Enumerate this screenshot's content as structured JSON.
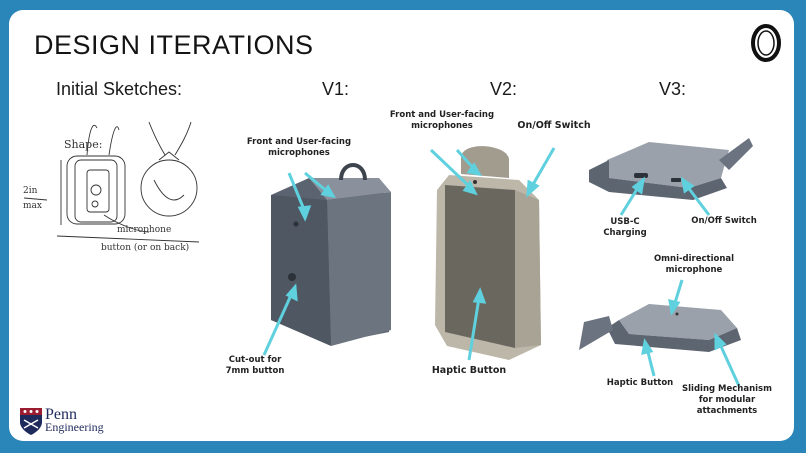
{
  "slide": {
    "title": "DESIGN ITERATIONS",
    "headings": {
      "sketches": "Initial Sketches:",
      "v1": "V1:",
      "v2": "V2:",
      "v3": "V3:"
    },
    "sketch_notes": {
      "shape": "Shape:",
      "size": "2in",
      "max": "max",
      "mic": "microphone",
      "button": "button (or on back)"
    },
    "v1_labels": {
      "mics": "Front and User-facing microphones",
      "cutout": "Cut-out for 7mm button"
    },
    "v2_labels": {
      "mics": "Front and User-facing microphones",
      "switch": "On/Off Switch",
      "haptic": "Haptic Button"
    },
    "v3_labels": {
      "usbc": "USB-C Charging",
      "switch": "On/Off Switch",
      "omni": "Omni-directional microphone",
      "haptic": "Haptic Button",
      "sliding": "Sliding Mechanism for modular attachments"
    },
    "logo": {
      "line1": "Penn",
      "line2": "Engineering"
    }
  },
  "colors": {
    "frame": "#2a86b8",
    "arrow": "#5fd0de",
    "device_v1": "#5b6370",
    "device_v2": "#8a8478",
    "device_v3": "#5d6571",
    "penn_blue": "#1f2a5c",
    "penn_red": "#9b1b30"
  }
}
